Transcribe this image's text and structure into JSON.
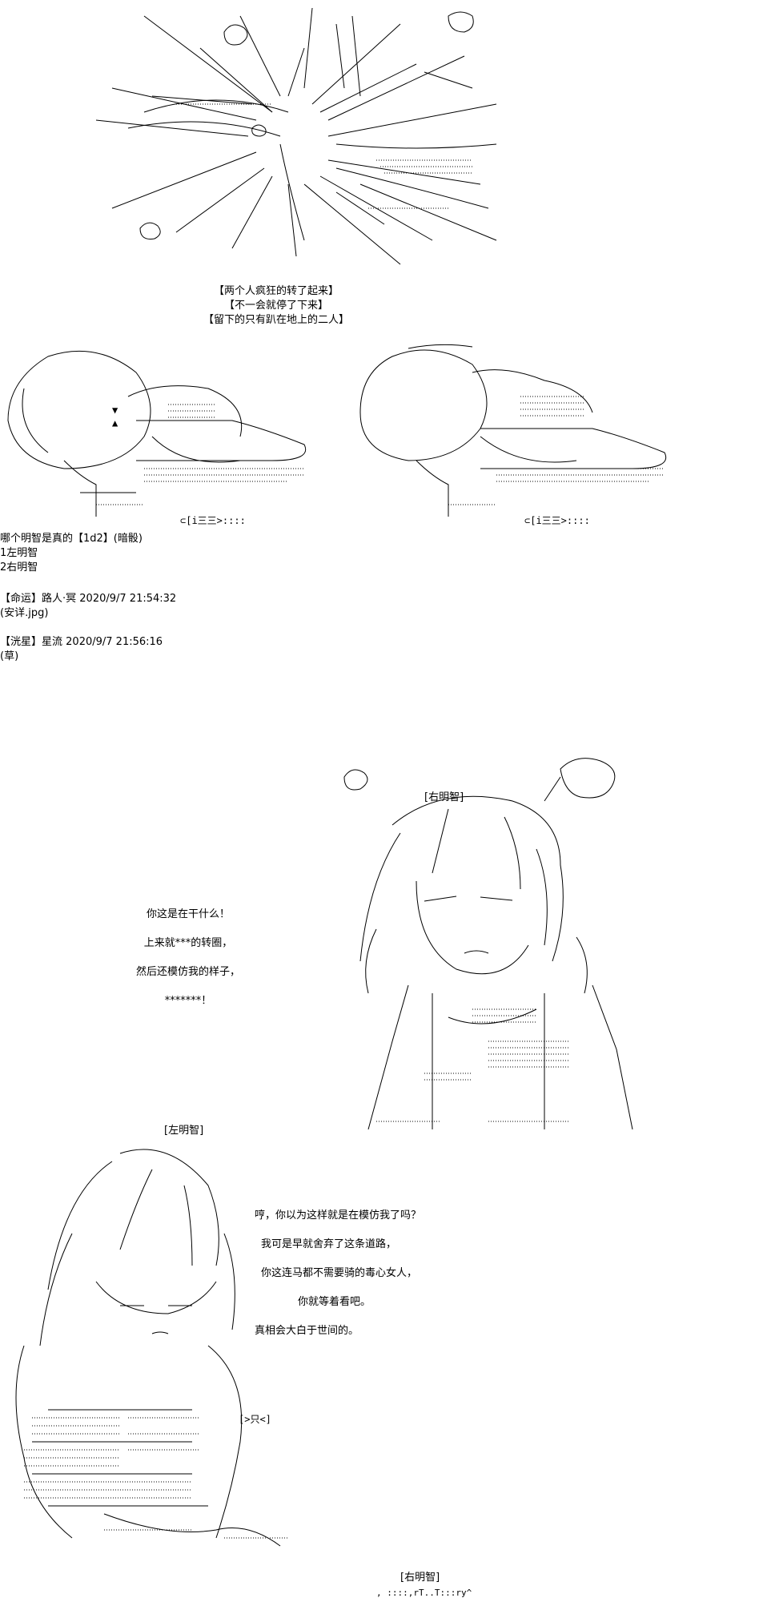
{
  "narration": {
    "line1": "【两个人疯狂的转了起来】",
    "line2": "【不一会就停了下来】",
    "line3": "【留下的只有趴在地上的二人】"
  },
  "poll": {
    "question": "哪个明智是真的【1d2】(暗骰)",
    "option1": "1左明智",
    "option2": "2右明智"
  },
  "comments": [
    {
      "author": "【命运】路人·冥",
      "timestamp": "2020/9/7 21:54:32",
      "body": "(安详.jpg)"
    },
    {
      "author": "【洸星】星流",
      "timestamp": "2020/9/7 21:56:16",
      "body": "(草)"
    }
  ],
  "scene1": {
    "left_marker1": "▼",
    "left_marker2": "▲",
    "left_tail": "⊂[i三三>::::",
    "right_tail": "⊂[i三三>::::"
  },
  "right_akechi": {
    "label": "[右明智]",
    "speech": [
      "你这是在干什么！",
      "上来就***的转圈，",
      "然后还模仿我的样子，",
      "*******！"
    ]
  },
  "left_akechi": {
    "label": "[左明智]",
    "speech": [
      "哼，你以为这样就是在模仿我了吗？",
      "我可是早就舍弃了这条道路，",
      "你这连马都不需要骑的毒心女人，",
      "你就等着看吧。",
      "真相会大白于世间的。"
    ],
    "sob": "[>只<]"
  },
  "bottom": {
    "label": "[右明智]",
    "fragment": ", ::::,rT..T:::ry^"
  }
}
